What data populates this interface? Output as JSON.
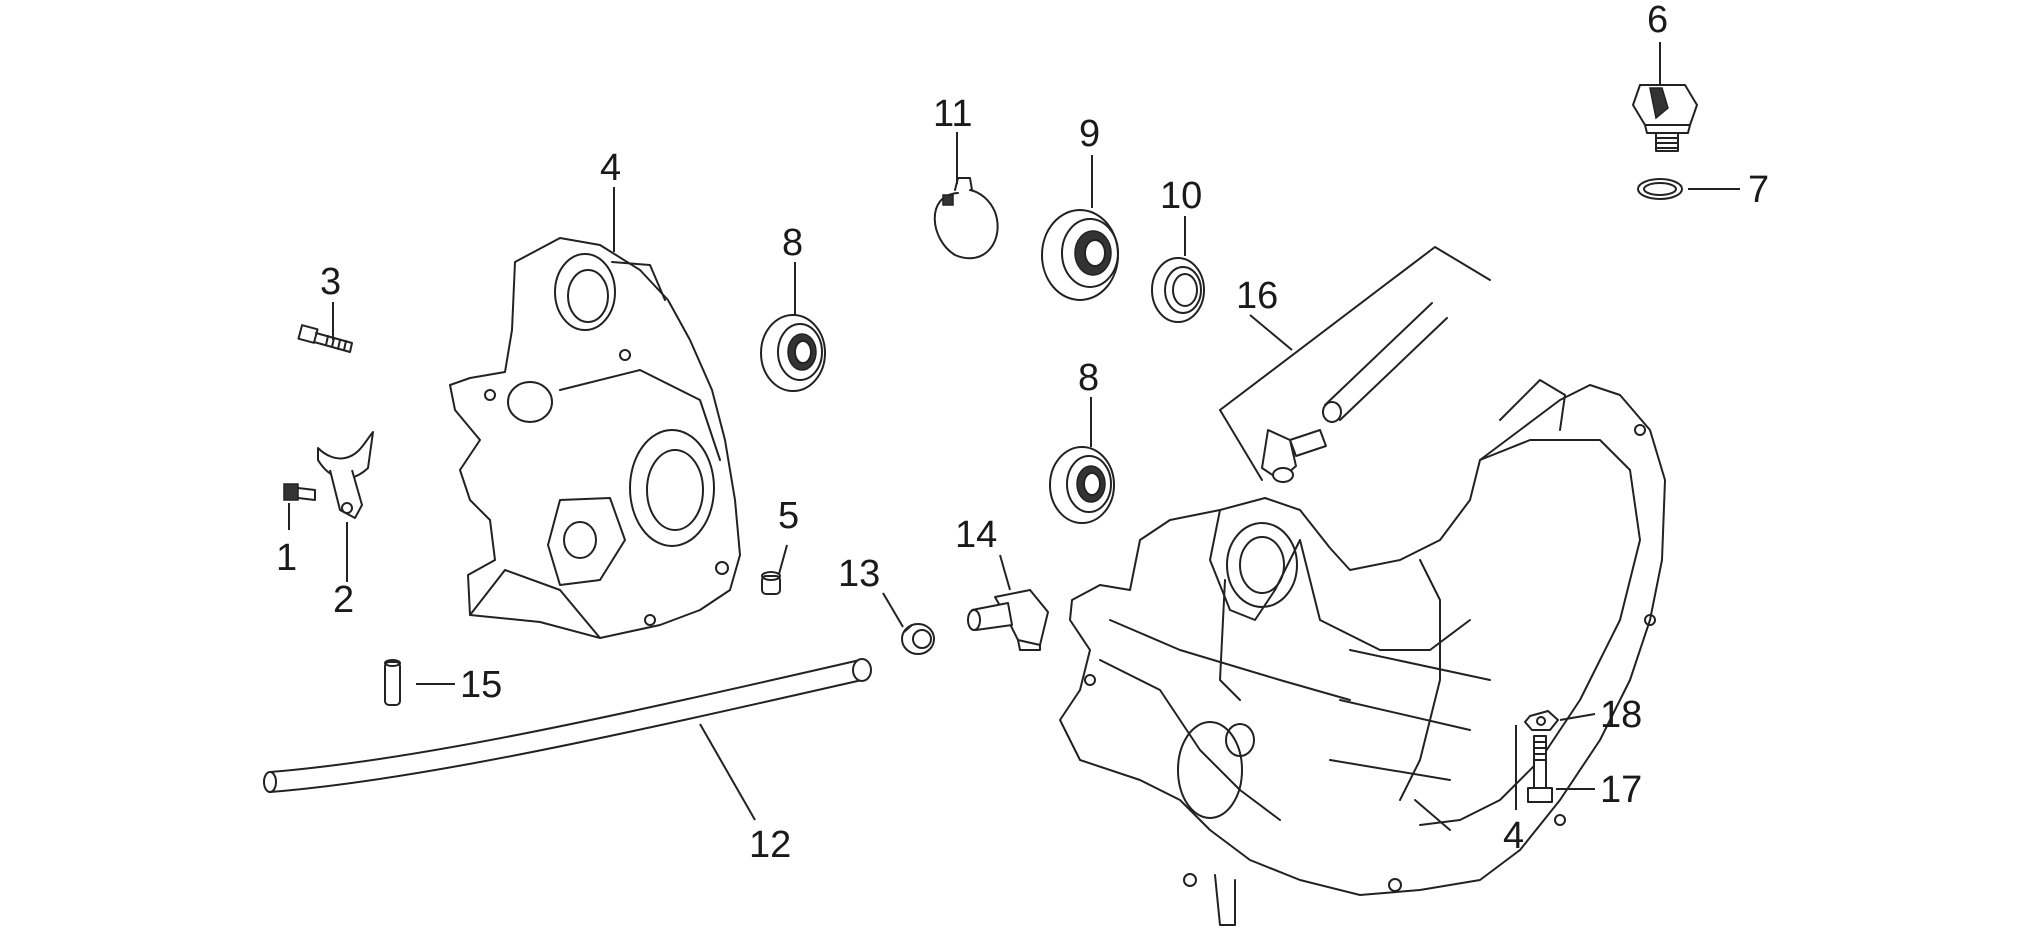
{
  "callouts": {
    "c1": "1",
    "c2": "2",
    "c3": "3",
    "c4a": "4",
    "c4b": "4",
    "c5": "5",
    "c6": "6",
    "c7": "7",
    "c8a": "8",
    "c8b": "8",
    "c9": "9",
    "c10": "10",
    "c11": "11",
    "c12": "12",
    "c13": "13",
    "c14": "14",
    "c15": "15",
    "c16": "16",
    "c17": "17",
    "c18": "18"
  },
  "colors": {
    "line": "#222222",
    "background": "#ffffff"
  }
}
